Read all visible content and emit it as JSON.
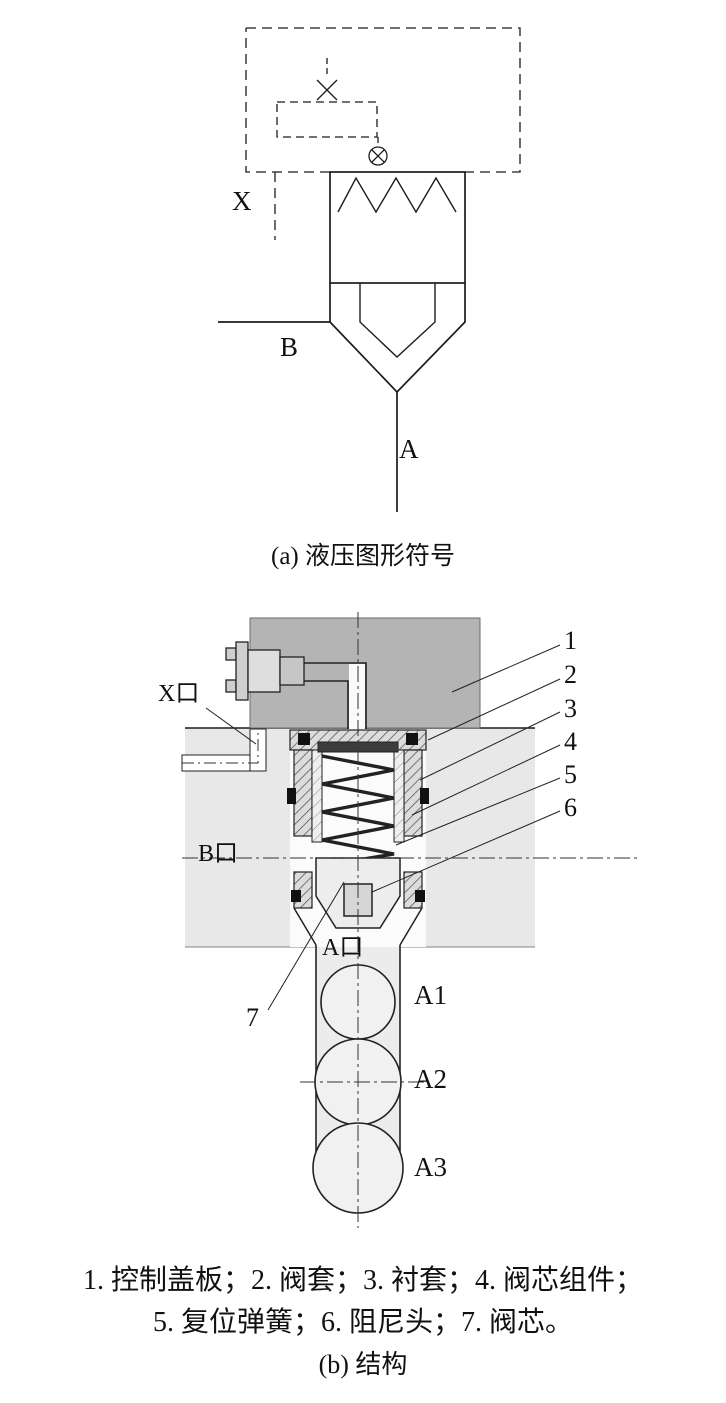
{
  "symbol": {
    "label_x": "X",
    "label_b": "B",
    "label_a": "A",
    "caption": "(a) 液压图形符号"
  },
  "structure": {
    "label_x_port": "X口",
    "label_b_port": "B口",
    "label_a_port": "A口",
    "label_a1": "A1",
    "label_a2": "A2",
    "label_a3": "A3",
    "callouts": [
      "1",
      "2",
      "3",
      "4",
      "5",
      "6",
      "7"
    ],
    "caption": "(b) 结构"
  },
  "legend": {
    "line1": "1. 控制盖板；2. 阀套；3. 衬套；4. 阀芯组件；",
    "line2": "5. 复位弹簧；6. 阻尼头；7. 阀芯。"
  },
  "colors": {
    "cover_gray": "#b4b4b4",
    "block_gray": "#e8e8e8",
    "line": "#1c1c1c"
  }
}
